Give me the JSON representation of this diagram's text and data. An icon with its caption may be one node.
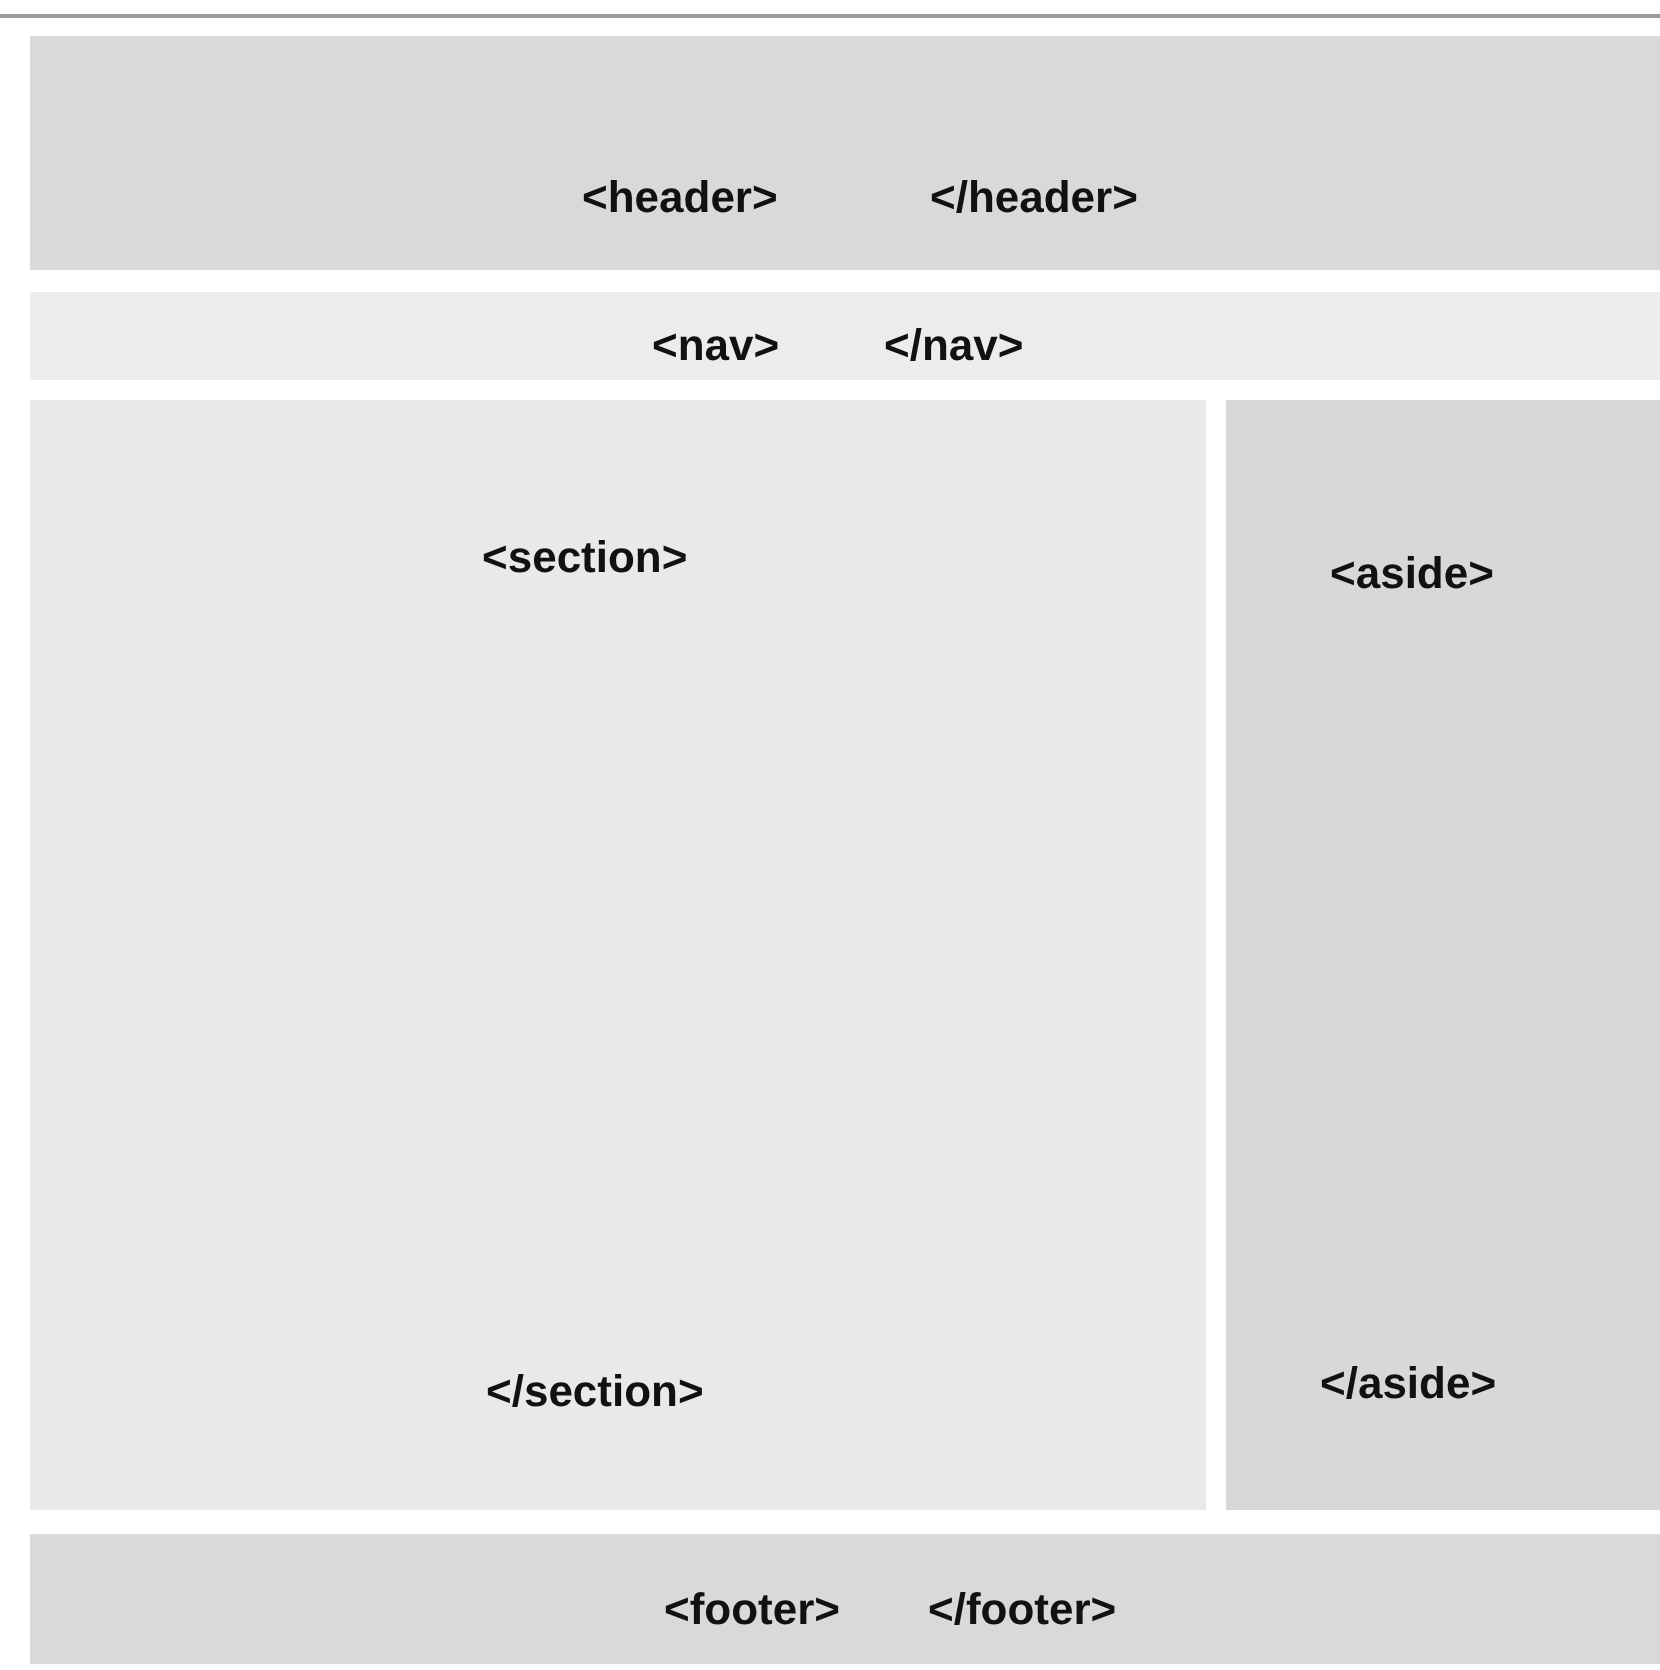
{
  "diagram": {
    "nodes": [
      {
        "text": [
          "<header>",
          "</header>"
        ]
      },
      {
        "text": [
          "<nav>",
          "</nav>"
        ]
      },
      {
        "text": [
          "<section>",
          "</section>"
        ]
      },
      {
        "text": [
          "<aside>",
          "</aside>"
        ]
      },
      {
        "text": [
          "<footer>",
          "</footer>"
        ]
      }
    ]
  }
}
